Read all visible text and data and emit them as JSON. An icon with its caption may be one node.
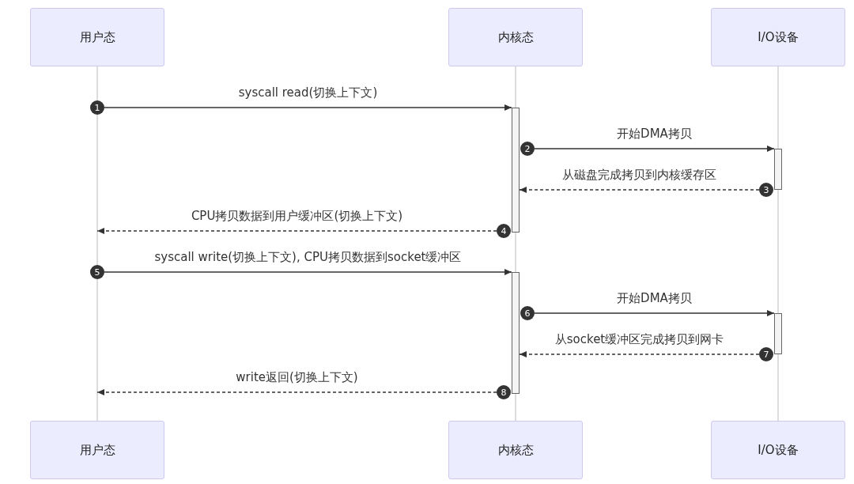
{
  "diagram": {
    "nodes": [
      {
        "text": [
          "用户态"
        ]
      },
      {
        "text": [
          "内核态"
        ]
      },
      {
        "text": [
          "I/O设备"
        ]
      },
      {
        "text": [
          "用户态"
        ]
      },
      {
        "text": [
          "内核态"
        ]
      },
      {
        "text": [
          "I/O设备"
        ]
      },
      {
        "text": [],
        "shape": "bar"
      },
      {
        "text": [],
        "shape": "bar"
      },
      {
        "text": [],
        "shape": "bar"
      },
      {
        "text": [],
        "shape": "bar"
      },
      {
        "text": [
          "1"
        ]
      },
      {
        "text": [
          "2"
        ]
      },
      {
        "text": [
          "3"
        ]
      },
      {
        "text": [
          "4"
        ]
      },
      {
        "text": [
          "5"
        ]
      },
      {
        "text": [
          "6"
        ]
      },
      {
        "text": [
          "7"
        ]
      },
      {
        "text": [
          "8"
        ]
      }
    ],
    "edges": [
      {
        "from": 0,
        "to": 10,
        "arrow": "none"
      },
      {
        "from": 10,
        "to": 14,
        "arrow": "none"
      },
      {
        "from": 14,
        "to": 3,
        "arrow": "none"
      },
      {
        "from": 1,
        "to": 6,
        "arrow": "none"
      },
      {
        "from": 6,
        "to": 8,
        "arrow": "none"
      },
      {
        "from": 8,
        "to": 4,
        "arrow": "none"
      },
      {
        "from": 2,
        "to": 7,
        "arrow": "none"
      },
      {
        "from": 7,
        "to": 9,
        "arrow": "none"
      },
      {
        "from": 9,
        "to": 5,
        "arrow": "none"
      },
      {
        "from": 10,
        "to": 6,
        "arrow": "to",
        "label": "syscall read(切换上下文)",
        "color": "#333333"
      },
      {
        "from": 11,
        "to": 7,
        "arrow": "to",
        "label": "开始DMA拷贝",
        "color": "#333333"
      },
      {
        "from": 12,
        "to": 6,
        "arrow": "to",
        "label": "从磁盘完成拷贝到内核缓存区",
        "style": "dashed",
        "color": "#333333"
      },
      {
        "from": 13,
        "to": null,
        "arrow": "to",
        "label": "CPU拷贝数据到用户缓冲区(切换上下文)",
        "style": "dashed",
        "color": "#333333"
      },
      {
        "from": 14,
        "to": 8,
        "arrow": "to",
        "label": "syscall write(切换上下文), CPU拷贝数据到socket缓冲区",
        "color": "#333333"
      },
      {
        "from": 15,
        "to": 9,
        "arrow": "to",
        "label": "开始DMA拷贝",
        "color": "#333333"
      },
      {
        "from": 16,
        "to": 8,
        "arrow": "to",
        "label": "从socket缓冲区完成拷贝到网卡",
        "style": "dashed",
        "color": "#333333"
      },
      {
        "from": 17,
        "to": null,
        "arrow": "to",
        "label": "write返回(切换上下文)",
        "style": "dashed",
        "color": "#333333"
      }
    ]
  }
}
